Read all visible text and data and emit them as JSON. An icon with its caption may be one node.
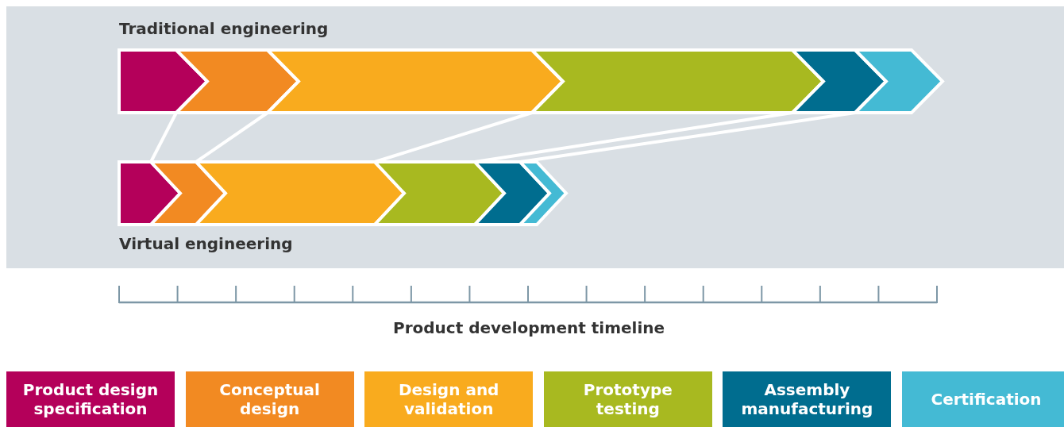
{
  "diagram": {
    "labels": [
      "Traditional engineering",
      "Virtual engineering",
      "Product development timeline"
    ],
    "legend": [
      {
        "text": "Product design specification",
        "color": "#b4005a"
      },
      {
        "text": "Conceptual design",
        "color": "#f28a22"
      },
      {
        "text": "Design and validation",
        "color": "#f9ab1e"
      },
      {
        "text": "Prototype testing",
        "color": "#a8b920"
      },
      {
        "text": "Assembly manufacturing",
        "color": "#006d8f"
      },
      {
        "text": "Certification",
        "color": "#44bad4"
      }
    ]
  }
}
